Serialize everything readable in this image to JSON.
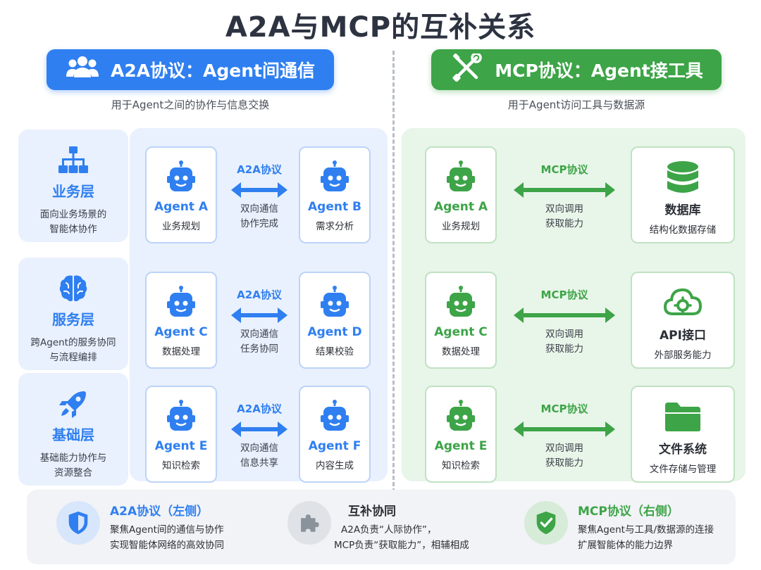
{
  "title": "A2A与MCP的互补关系",
  "a2a": {
    "header": "A2A协议：Agent间通信",
    "subtitle": "用于Agent之间的协作与信息交换",
    "header_icon": "users-icon",
    "color": "#2f7ff0"
  },
  "mcp": {
    "header": "MCP协议：Agent接工具",
    "subtitle": "用于Agent访问工具与数据源",
    "header_icon": "tools-icon",
    "color": "#3da447"
  },
  "layers": [
    {
      "name": "业务层",
      "desc": "面向业务场景的\n智能体协作",
      "icon": "hierarchy-icon"
    },
    {
      "name": "服务层",
      "desc": "跨Agent的服务协同\n与流程编排",
      "icon": "brain-icon"
    },
    {
      "name": "基础层",
      "desc": "基础能力协作与\n资源整合",
      "icon": "rocket-icon"
    }
  ],
  "a2a_rows": [
    {
      "left": {
        "name": "Agent A",
        "role": "业务规划"
      },
      "protocol": "A2A协议",
      "line1": "双向通信",
      "line2": "协作完成",
      "right": {
        "name": "Agent B",
        "role": "需求分析"
      }
    },
    {
      "left": {
        "name": "Agent C",
        "role": "数据处理"
      },
      "protocol": "A2A协议",
      "line1": "双向通信",
      "line2": "任务协同",
      "right": {
        "name": "Agent D",
        "role": "结果校验"
      }
    },
    {
      "left": {
        "name": "Agent E",
        "role": "知识检索"
      },
      "protocol": "A2A协议",
      "line1": "双向通信",
      "line2": "信息共享",
      "right": {
        "name": "Agent F",
        "role": "内容生成"
      }
    }
  ],
  "mcp_rows": [
    {
      "left": {
        "name": "Agent A",
        "role": "业务规划"
      },
      "protocol": "MCP协议",
      "line1": "双向调用",
      "line2": "获取能力",
      "right": {
        "name": "数据库",
        "role": "结构化数据存储",
        "icon": "database-icon"
      }
    },
    {
      "left": {
        "name": "Agent C",
        "role": "数据处理"
      },
      "protocol": "MCP协议",
      "line1": "双向调用",
      "line2": "获取能力",
      "right": {
        "name": "API接口",
        "role": "外部服务能力",
        "icon": "cloud-gear-icon"
      }
    },
    {
      "left": {
        "name": "Agent E",
        "role": "知识检索"
      },
      "protocol": "MCP协议",
      "line1": "双向调用",
      "line2": "获取能力",
      "right": {
        "name": "文件系统",
        "role": "文件存储与管理",
        "icon": "folder-icon"
      }
    }
  ],
  "bottom": [
    {
      "title": "A2A协议（左侧）",
      "line1": "聚焦Agent间的通信与协作",
      "line2": "实现智能体网络的高效协同",
      "icon": "shield-icon"
    },
    {
      "title": "互补协同",
      "line1": "A2A负责“人际协作”，",
      "line2": "MCP负责“获取能力”，相辅相成",
      "icon": "puzzle-icon"
    },
    {
      "title": "MCP协议（右侧）",
      "line1": "聚焦Agent与工具/数据源的连接",
      "line2": "扩展智能体的能力边界",
      "icon": "shield-check-icon"
    }
  ]
}
